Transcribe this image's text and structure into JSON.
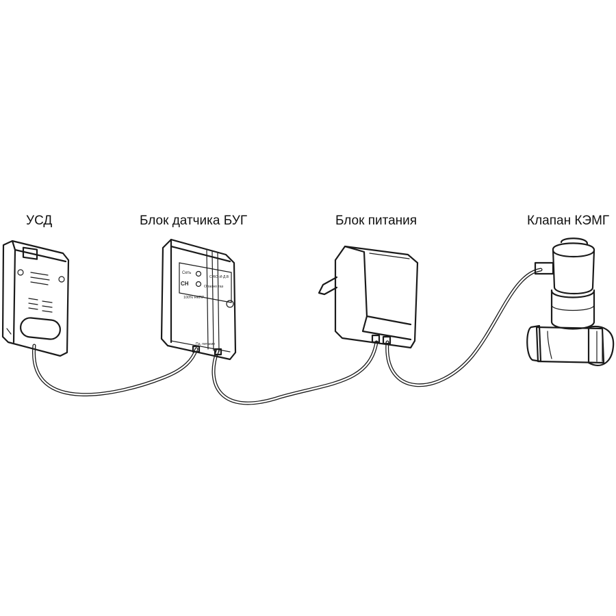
{
  "labels": {
    "usd": "УСД",
    "sensor": "Блок датчика БУГ",
    "power": "Блок питания",
    "valve": "Клапан КЭМГ"
  },
  "sensor_panel": {
    "set": "Сеть",
    "model": "СИКЗ-И-Д.В",
    "ch": "CH",
    "hazard": "Опасно газ",
    "mark": "100% НКПР",
    "bottom": "Пд. питание"
  }
}
